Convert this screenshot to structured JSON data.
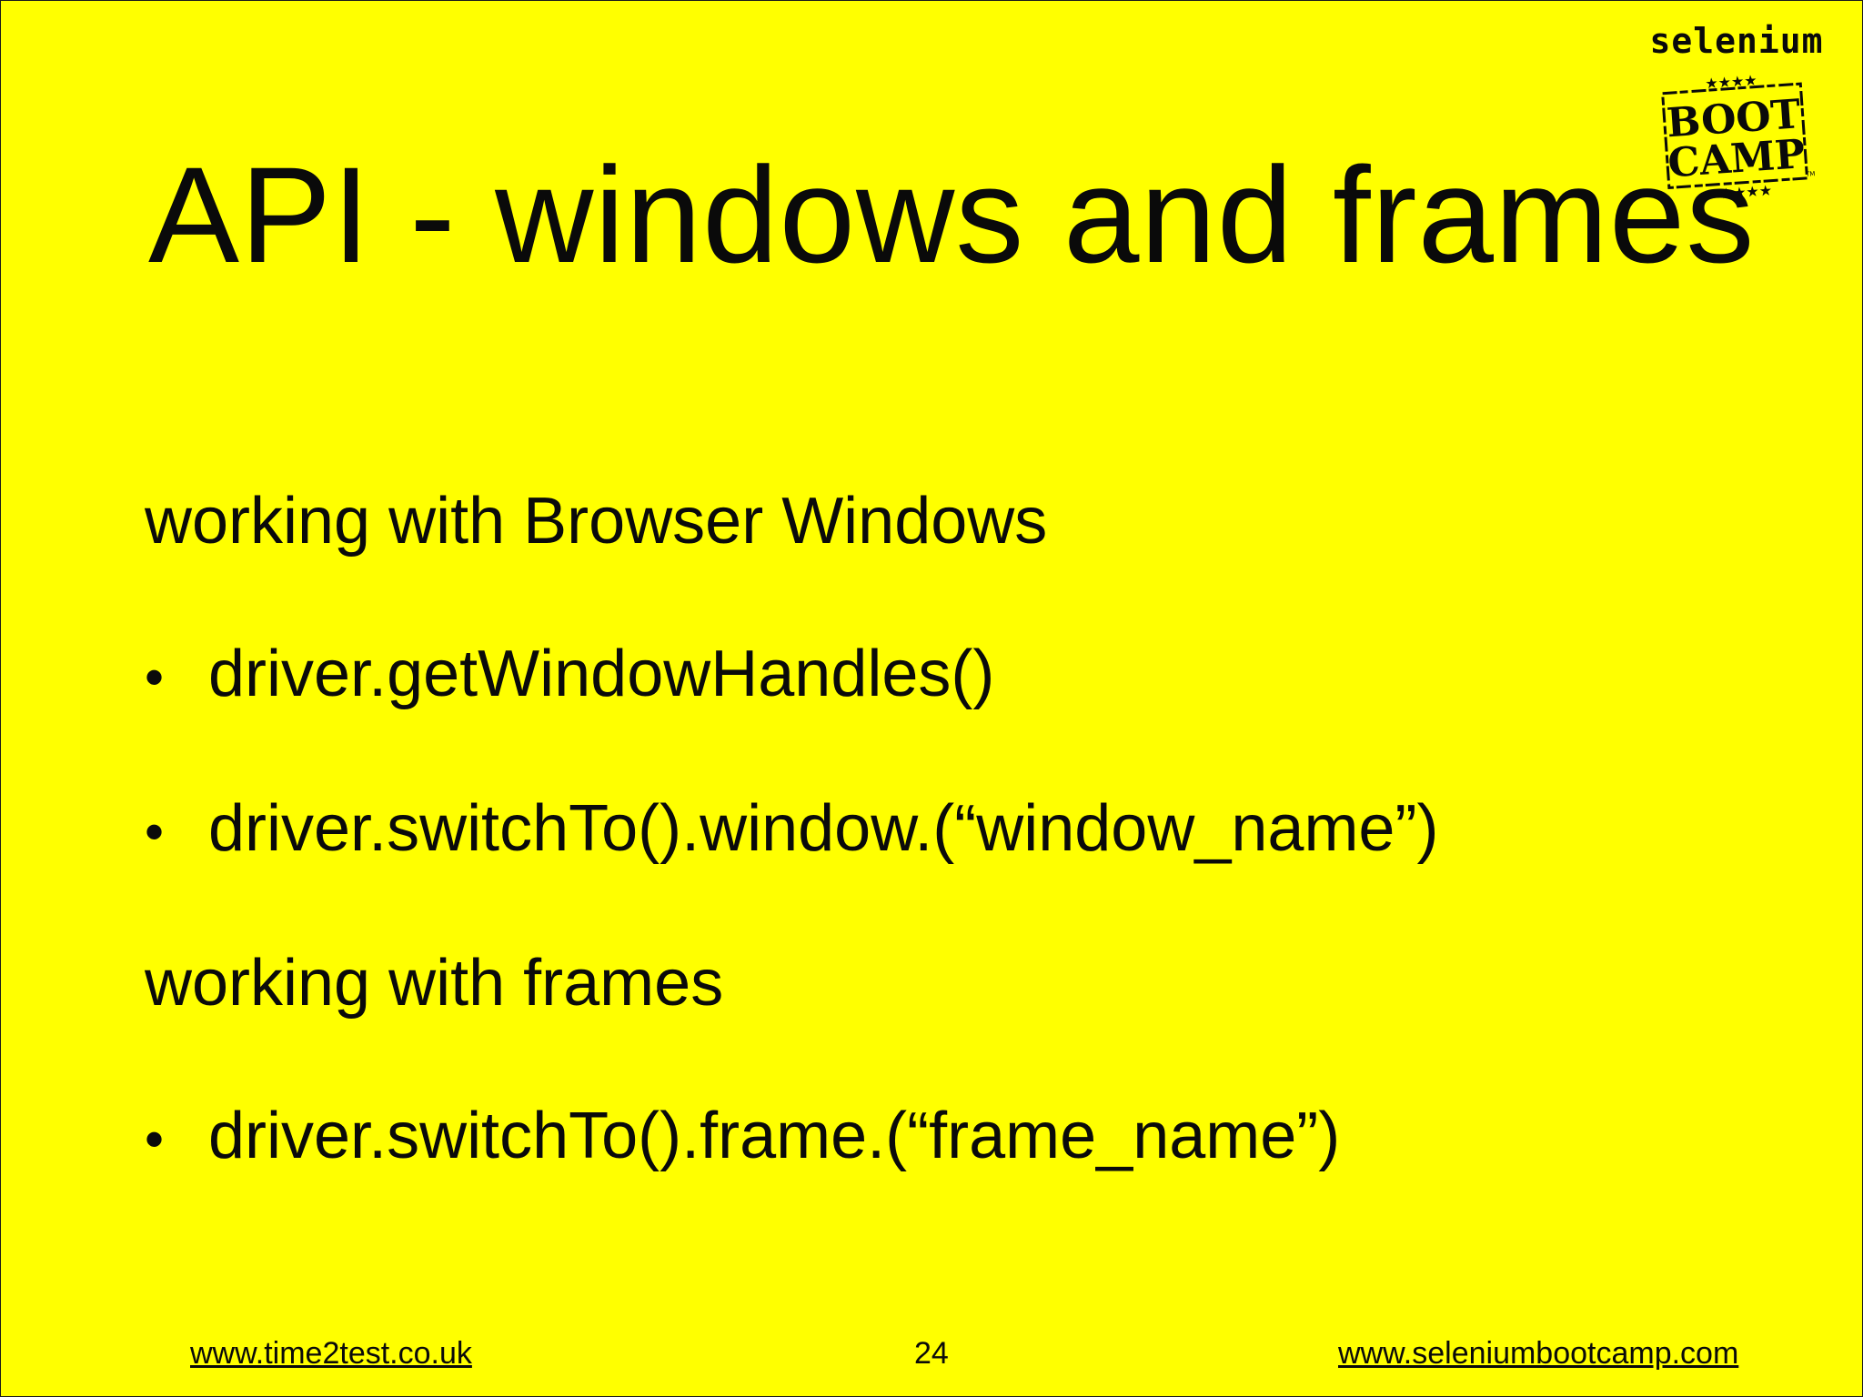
{
  "slide": {
    "title": "API - windows and frames",
    "sections": [
      {
        "heading": "working with Browser Windows",
        "bullets": [
          "driver.getWindowHandles()",
          "driver.switchTo().window.(“window_name”)"
        ]
      },
      {
        "heading": "working with frames",
        "bullets": [
          "driver.switchTo().frame.(“frame_name”)"
        ]
      }
    ],
    "bullet_char": "•"
  },
  "logo": {
    "word": "selenium",
    "badge_line1": "BOOT",
    "badge_line2": "CAMP",
    "stars": "★★★★",
    "tm": "TM"
  },
  "footer": {
    "left_link": "www.time2test.co.uk",
    "page_number": "24",
    "right_link": "www.seleniumbootcamp.com"
  },
  "colors": {
    "background": "#ffff00",
    "text": "#0a0a0a"
  }
}
